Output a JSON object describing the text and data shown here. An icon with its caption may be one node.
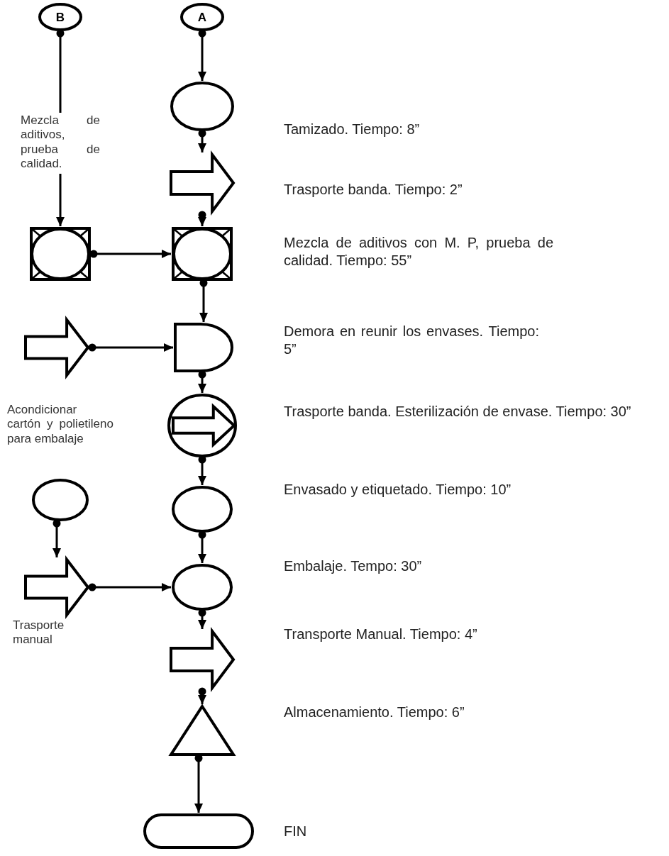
{
  "diagram": {
    "nodes": [
      {
        "text": [
          "B"
        ]
      },
      {
        "text": [
          "A"
        ]
      },
      {
        "text": [],
        "shape": "circle",
        "beside": [
          "Tamizado. Tiempo: 8”"
        ]
      },
      {
        "text": [
          "Mezcla de aditivos, prueba de calidad."
        ]
      },
      {
        "text": [],
        "shape": "arrow",
        "beside": [
          "Trasporte banda. Tiempo: 2”"
        ]
      },
      {
        "text": [],
        "shape": "box"
      },
      {
        "text": [],
        "shape": "box",
        "beside": [
          "Mezcla de aditivos con M. P, prueba de calidad. Tiempo: 55”"
        ]
      },
      {
        "text": [],
        "shape": "arrow"
      },
      {
        "text": [],
        "shape": "semicircle",
        "beside": [
          "Demora en reunir los envases. Tiempo: 5”"
        ]
      },
      {
        "text": [],
        "shape": "circle",
        "beside": [
          "Trasporte banda. Esterilización de envase. Tiempo: 30”"
        ]
      },
      {
        "text": [],
        "shape": "circle"
      },
      {
        "text": [],
        "shape": "circle",
        "beside": [
          "Envasado y etiquetado. Tiempo: 10”"
        ]
      },
      {
        "text": [],
        "shape": "arrow"
      },
      {
        "text": [],
        "shape": "circle",
        "beside": [
          "Embalaje. Tempo: 30”"
        ]
      },
      {
        "text": [],
        "shape": "arrow",
        "beside": [
          "Transporte Manual. Tiempo: 4”"
        ]
      },
      {
        "text": [],
        "shape": "triangle",
        "beside": [
          "Almacenamiento. Tiempo: 6”"
        ]
      },
      {
        "text": [],
        "shape": "capsule",
        "beside": [
          "FIN"
        ]
      }
    ],
    "edges": [
      {
        "from": 0,
        "to": 3,
        "arrow": "other"
      },
      {
        "from": 3,
        "to": 5,
        "arrow": "to"
      },
      {
        "from": 1,
        "to": 2,
        "arrow": "to"
      },
      {
        "from": 2,
        "to": 4,
        "arrow": "to"
      },
      {
        "from": 4,
        "to": 6,
        "arrow": "to"
      },
      {
        "from": 5,
        "to": 6,
        "arrow": "to"
      },
      {
        "from": 6,
        "to": 8,
        "arrow": "to"
      },
      {
        "from": 7,
        "to": 8,
        "arrow": "to"
      },
      {
        "from": 8,
        "to": 9,
        "arrow": "to"
      },
      {
        "from": 9,
        "to": 11,
        "arrow": "to"
      },
      {
        "from": 10,
        "to": 12,
        "arrow": "to"
      },
      {
        "from": 11,
        "to": 13,
        "arrow": "to"
      },
      {
        "from": 12,
        "to": 13,
        "arrow": "to"
      },
      {
        "from": 13,
        "to": 14,
        "arrow": "to"
      },
      {
        "from": 14,
        "to": 15,
        "arrow": "to"
      },
      {
        "from": 15,
        "to": 16,
        "arrow": "to"
      }
    ],
    "labels": [
      "Acondicionar cartón y polietileno para embalaje",
      "Trasporte manual"
    ]
  }
}
